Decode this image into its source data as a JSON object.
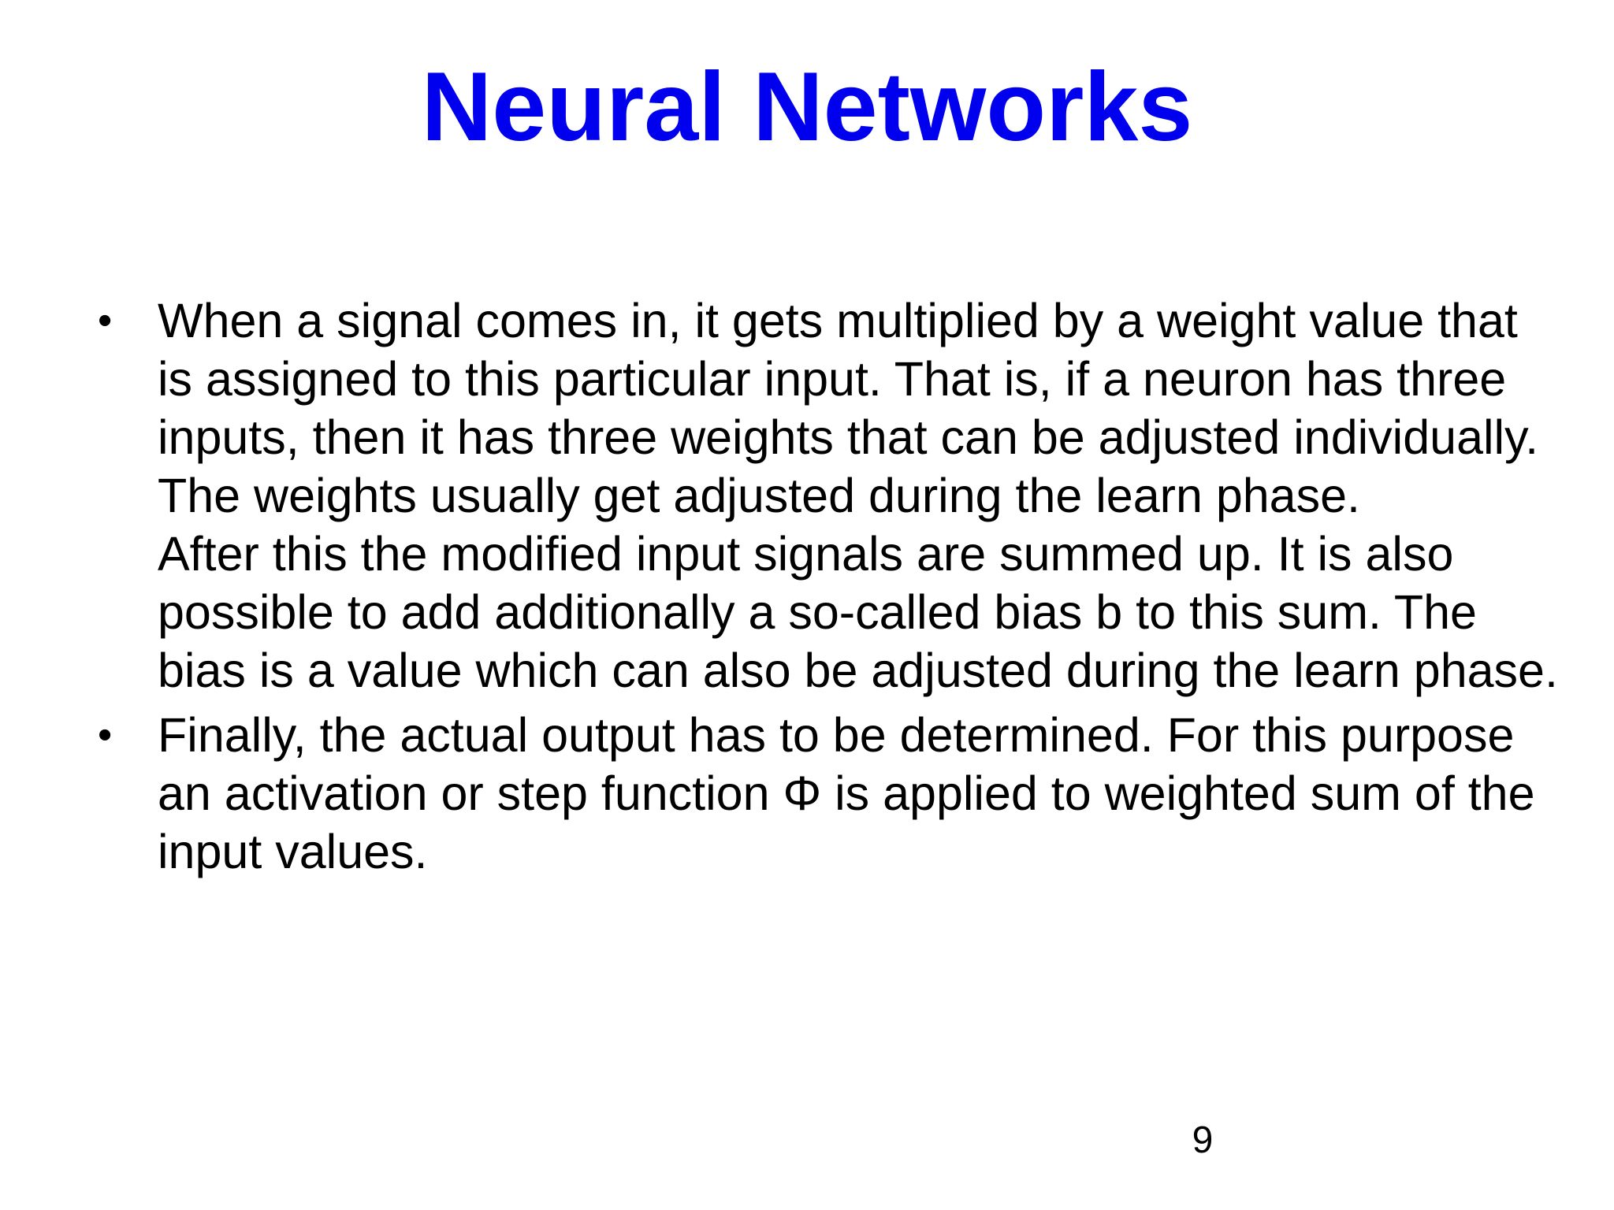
{
  "slide": {
    "title": "Neural Networks",
    "bullets": [
      {
        "marker": "•",
        "paragraphs": [
          "When a signal comes in, it gets multiplied by a weight value that is assigned to this particular input. That is, if a neuron has three inputs, then it has three weights that can be adjusted individually. The weights usually get adjusted during the learn phase.",
          "After this the modified input signals are summed up. It is also possible to add additionally a so-called bias b to this sum. The bias is a value which can also be adjusted during the learn phase."
        ]
      },
      {
        "marker": "•",
        "paragraphs": [
          "Finally, the actual output has to be determined. For this purpose an activation or step function Φ is applied to weighted sum of the input values."
        ]
      }
    ],
    "page_number": "9",
    "colors": {
      "title": "#0000ee",
      "body_text": "#000000",
      "background": "#ffffff"
    }
  }
}
